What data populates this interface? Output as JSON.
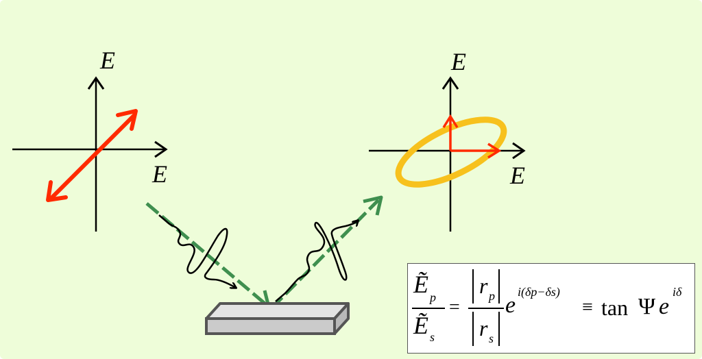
{
  "left_axes": {
    "x_label": "E",
    "y_label": "E"
  },
  "right_axes": {
    "x_label": "E",
    "y_label": "E"
  },
  "formula": {
    "lhs_num": "Ẽ",
    "lhs_num_sub": "p",
    "lhs_den": "Ẽ",
    "lhs_den_sub": "s",
    "equals": "=",
    "mid_num": "r",
    "mid_num_sub": "p",
    "mid_den": "r",
    "mid_den_sub": "s",
    "exp_base": "e",
    "exponent": "i(δp−δs)",
    "equiv": "≡",
    "tan": "tan",
    "psi": "Ψ",
    "rhs_base": "e",
    "rhs_exponent": "iδ"
  },
  "colors": {
    "background": "#eefdd9",
    "polarization_arrow": "#ff2a00",
    "beam": "#3f8f4f",
    "ellipse": "#f7c11d",
    "sample": "#c9c9c9"
  }
}
